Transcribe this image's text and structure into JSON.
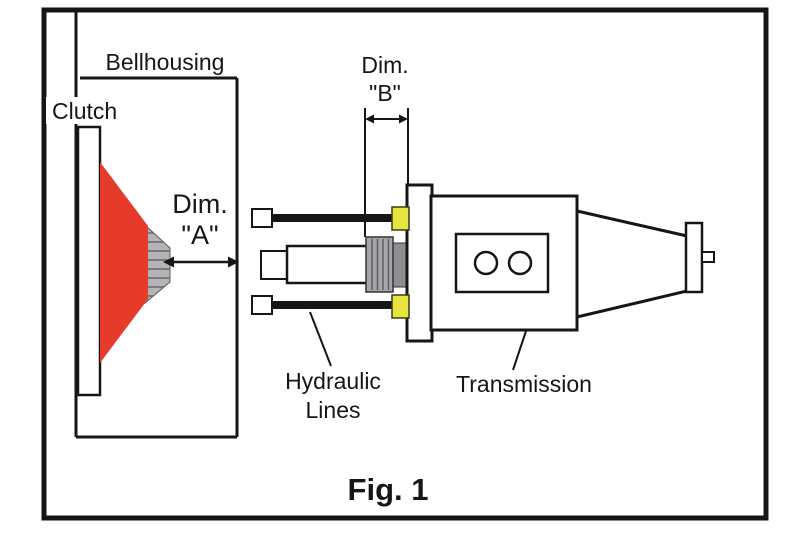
{
  "figure": {
    "caption": "Fig. 1",
    "labels": {
      "bellhousing": "Bellhousing",
      "clutch": "Clutch",
      "dim_a": {
        "line1": "Dim.",
        "line2": "\"A\""
      },
      "dim_b": {
        "line1": "Dim.",
        "line2": "\"B\""
      },
      "hydraulic_lines": {
        "line1": "Hydraulic",
        "line2": "Lines"
      },
      "transmission": "Transmission"
    },
    "colors": {
      "clutch_red": "#e63a2b",
      "dim_a_text_red": "#da2c1e",
      "hub_gray": "#b4b4b7",
      "cylinder_gray": "#a6a6aa",
      "connector_gray": "#8e8e92",
      "fitting_yellow": "#e7e33f",
      "line_black": "#161616"
    }
  }
}
